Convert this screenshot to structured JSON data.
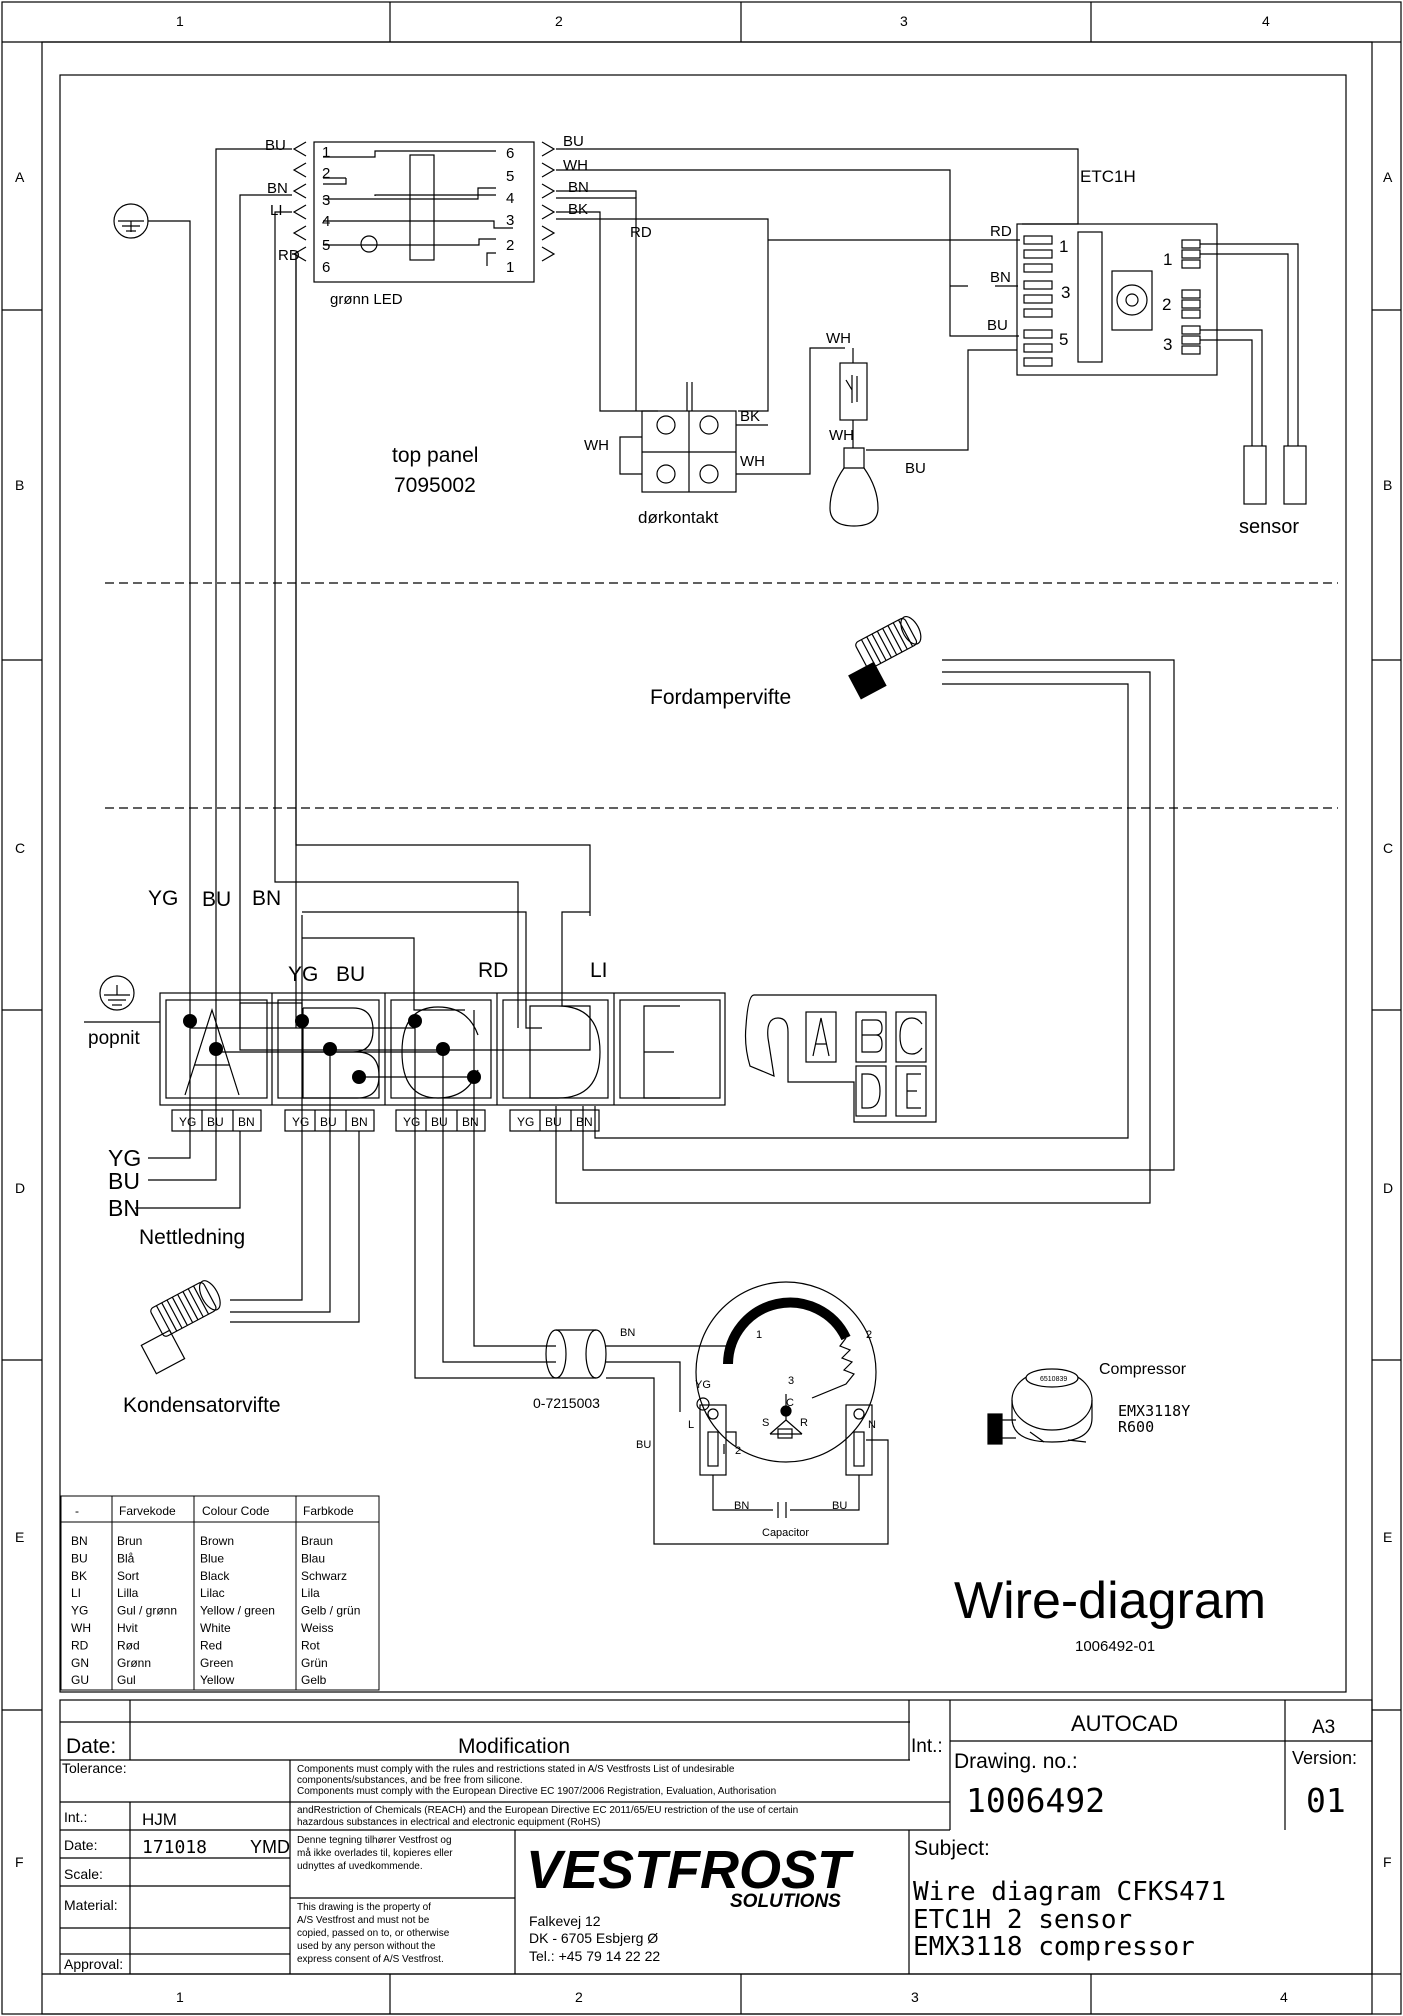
{
  "grid": {
    "cols": [
      "1",
      "2",
      "3",
      "4"
    ],
    "rows": [
      "A",
      "B",
      "C",
      "D",
      "E",
      "F"
    ]
  },
  "top_panel": {
    "title": "top panel",
    "part_no": "7095002",
    "led_label": "grønn LED",
    "led_left_pins": [
      "1",
      "2",
      "3",
      "4",
      "5",
      "6"
    ],
    "led_right_pins": [
      "6",
      "5",
      "4",
      "3",
      "2",
      "1"
    ],
    "led_left_wires": [
      "BU",
      "BN",
      "LI",
      "RD"
    ],
    "conn_wires": [
      "BU",
      "WH",
      "BN",
      "BK",
      "RD"
    ],
    "door_label": "dørkontakt",
    "door_wires": [
      "WH",
      "BK",
      "WH",
      "WH",
      "WH",
      "BU"
    ],
    "controller": "ETC1H",
    "controller_wires": [
      "RD",
      "BN",
      "BU"
    ],
    "controller_left_pins": [
      "1",
      "3",
      "5"
    ],
    "controller_right_pins": [
      "1",
      "2",
      "3"
    ],
    "sensor_label": "sensor"
  },
  "evap_fan": "Fordampervifte",
  "terminal": {
    "colour_top": [
      "YG",
      "BU",
      "BN"
    ],
    "colour_mid": [
      "YG",
      "BU",
      "RD",
      "LI"
    ],
    "letters": [
      "A",
      "B",
      "C",
      "D",
      "E"
    ],
    "legend_letters": [
      "A",
      "B",
      "C",
      "D",
      "E"
    ],
    "pin_labels": [
      "YG",
      "BU",
      "BN"
    ],
    "ground_label": "popnit"
  },
  "mains": {
    "wires": [
      "YG",
      "BU",
      "BN"
    ],
    "label": "Nettledning"
  },
  "cond_fan": "Kondensatorvifte",
  "capacitor_part": "0-7215003",
  "relay": {
    "wires": [
      "BN",
      "YG",
      "BU",
      "BN",
      "BU"
    ],
    "pins": [
      "1",
      "2",
      "3",
      "C",
      "S",
      "R",
      "L",
      "N",
      "2"
    ],
    "capacitor": "Capacitor"
  },
  "compressor": {
    "label": "Compressor",
    "model": "EMX3118Y",
    "gas": "R600",
    "badge": "6510839"
  },
  "colour_table": {
    "headers": [
      "-",
      "Farvekode",
      "Colour Code",
      "Farbkode"
    ],
    "rows": [
      [
        "BN",
        "Brun",
        "Brown",
        "Braun"
      ],
      [
        "BU",
        "Blå",
        "Blue",
        "Blau"
      ],
      [
        "BK",
        "Sort",
        "Black",
        "Schwarz"
      ],
      [
        "LI",
        "Lilla",
        "Lilac",
        "Lila"
      ],
      [
        "YG",
        "Gul / grønn",
        "Yellow / green",
        "Gelb / grün"
      ],
      [
        "WH",
        "Hvit",
        "White",
        "Weiss"
      ],
      [
        "RD",
        "Rød",
        "Red",
        "Rot"
      ],
      [
        "GN",
        "Grønn",
        "Green",
        "Grün"
      ],
      [
        "GU",
        "Gul",
        "Yellow",
        "Gelb"
      ]
    ]
  },
  "title": {
    "main": "Wire-diagram",
    "number": "1006492-01"
  },
  "title_block": {
    "date_label": "Date:",
    "modification_label": "Modification",
    "int_label": "Int.:",
    "autocad": "AUTOCAD",
    "size": "A3",
    "drawing_no_label": "Drawing. no.:",
    "version_label": "Version:",
    "drawing_no": "1006492",
    "version": "01",
    "tolerance_label": "Tolerance:",
    "compliance": [
      "Components must comply with the rules and restrictions stated in A/S Vestfrosts List of undesirable",
      "components/substances, and be free from silicone.",
      "Components must comply with the European Directive EC 1907/2006 Registration, Evaluation, Authorisation",
      "andRestriction of Chemicals (REACH) and the European Directive EC 2011/65/EU restriction of the use of certain",
      "hazardous substances in electrical and electronic equipment (RoHS)"
    ],
    "int_row_label": "Int.:",
    "initials": "HJM",
    "date_row_label": "Date:",
    "date": "171018",
    "date_format": "YMD",
    "scale_label": "Scale:",
    "material_label": "Material:",
    "approval_label": "Approval:",
    "copy_notice": [
      "Denne tegning tilhører Vestfrost og",
      "må ikke overlades til, kopieres eller",
      "udnyttes af uvedkommende."
    ],
    "property_notice": [
      "This drawing is the property of",
      "A/S Vestfrost and must not be",
      "copied, passed on to, or otherwise",
      "used by any person without the",
      "express consent of A/S Vestfrost."
    ],
    "logo": "VESTFROST",
    "logo_sub": "SOLUTIONS",
    "address": [
      "Falkevej 12",
      "DK - 6705  Esbjerg Ø",
      "Tel.: +45 79 14 22 22"
    ],
    "subject_label": "Subject:",
    "subject": [
      "Wire  diagram  CFKS471",
      "ETC1H   2  sensor",
      "EMX3118  compressor"
    ]
  }
}
